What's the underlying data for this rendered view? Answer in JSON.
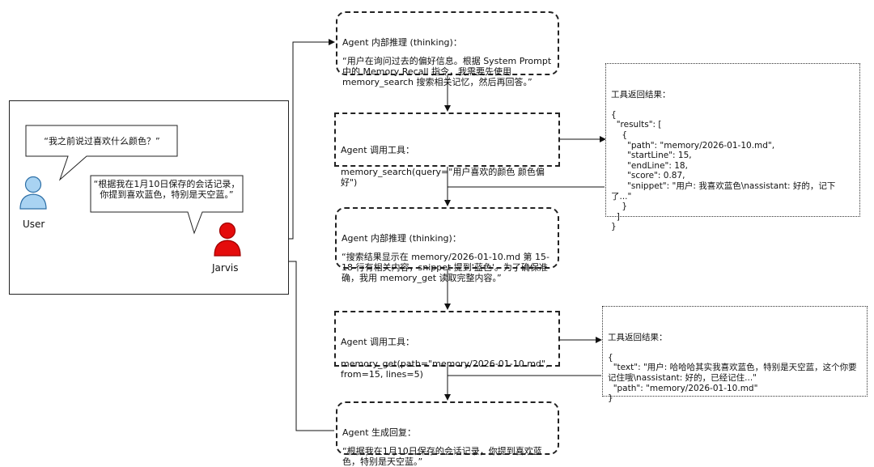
{
  "scene": {
    "user_label": "User",
    "jarvis_label": "Jarvis",
    "user_bubble": "“我之前说过喜欢什么颜色？”",
    "jarvis_bubble": "“根据我在1月10日保存的会话记录，你提到喜欢蓝色，特别是天空蓝。”"
  },
  "steps": [
    {
      "title": "Agent 内部推理 (thinking)：",
      "body": "“用户在询问过去的偏好信息。根据 System Prompt 中的 Memory Recall 指令，我需要先使用 memory_search 搜索相关记忆，然后再回答。”"
    },
    {
      "title": "Agent 调用工具：",
      "body": "memory_search(query=\"用户喜欢的颜色 颜色偏好\")"
    },
    {
      "title": "Agent 内部推理 (thinking)：",
      "body": "“搜索结果显示在 memory/2026-01-10.md 第 15-18 行有相关内容，snippet 提到'蓝色'。为了确保准确，我用 memory_get 读取完整内容。”"
    },
    {
      "title": "Agent 调用工具：",
      "body": "memory_get(path=\"memory/2026-01-10.md\", from=15, lines=5)"
    },
    {
      "title": "Agent 生成回复：",
      "body": "“根据我在1月10日保存的会话记录，你提到喜欢蓝色，特别是天空蓝。”"
    }
  ],
  "results": [
    {
      "title": "工具返回结果：",
      "body": "{\n  \"results\": [\n    {\n      \"path\": \"memory/2026-01-10.md\",\n      \"startLine\": 15,\n      \"endLine\": 18,\n      \"score\": 0.87,\n      \"snippet\": \"用户: 我喜欢蓝色\\nassistant: 好的，记下了...\"\n    }\n  ]\n}"
    },
    {
      "title": "工具返回结果：",
      "body": "{\n  \"text\": \"用户: 哈哈哈其实我喜欢蓝色，特别是天空蓝，这个你要记住哦\\nassistant: 好的，已经记住...\"\n  \"path\": \"memory/2026-01-10.md\"\n}"
    }
  ]
}
